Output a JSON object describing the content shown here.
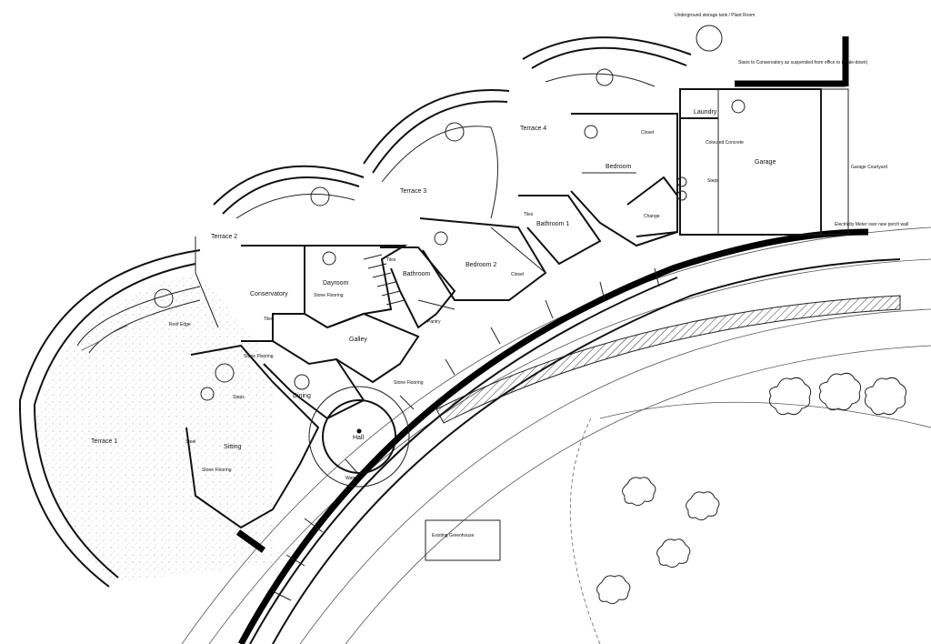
{
  "labels": {
    "terrace_1": "Terrace 1",
    "terrace_2": "Terrace 2",
    "terrace_3": "Terrace 3",
    "terrace_4": "Terrace 4",
    "conservatory": "Conservatory",
    "dayroom": "Dayroom",
    "stone_flooring_dayroom": "Stone Flooring",
    "bathroom": "Bathroom",
    "bedroom_2": "Bedroom 2",
    "bedroom_main": "Bedroom",
    "bathroom_1": "Bathroom 1",
    "laundry": "Laundry",
    "coloured_concrete": "Coloured Concrete",
    "garage": "Garage",
    "garage_courtyard": "Garage Courtyard",
    "galley": "Galley",
    "dining": "Dining",
    "sitting": "Sitting",
    "hall": "Hall",
    "stone_flooring_sitting": "Stone Flooring",
    "stone_flooring_dining": "Stone Flooring",
    "stone_flooring_hall": "Stone Flooring",
    "roof_edge": "Roof Edge",
    "tiles_conservatory": "Tiles",
    "tiles_bathroom": "Tiles",
    "tiles_bathroom1": "Tiles",
    "closet_bedroom": "Closet",
    "closet_bedroom2": "Closet",
    "steps_sitting": "Steps",
    "steps_garage": "Steps",
    "pantry": "Pantry",
    "change": "Change",
    "gravel_greenhouse": "Existing Greenhouse",
    "water": "Water",
    "steel": "Steel",
    "laundry_note": "Stairs to Conservatory as suspended from office to (scale-down)",
    "electrical_note": "Electricity Meter over new porch wall",
    "underground_note": "Underground storage tank / Plant Room"
  },
  "icon_names": [
    "circle-door-icon",
    "tree-icon",
    "shrub-icon"
  ],
  "colors": {
    "line": "#111111",
    "paper": "#ffffff"
  }
}
